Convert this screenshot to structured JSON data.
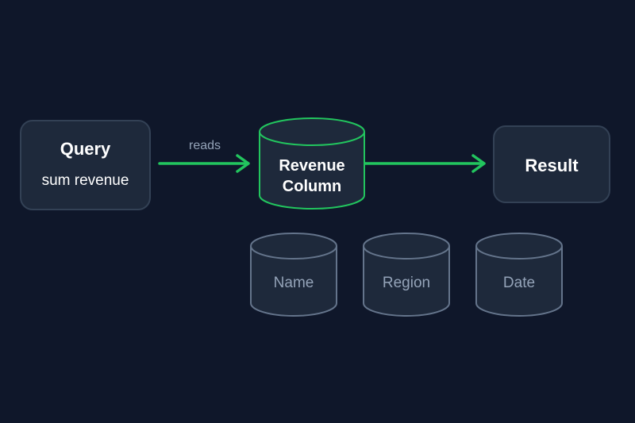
{
  "query": {
    "title": "Query",
    "subtitle": "sum revenue"
  },
  "edge_label": "reads",
  "active_column": {
    "line1": "Revenue",
    "line2": "Column"
  },
  "result": {
    "title": "Result"
  },
  "other_columns": [
    "Name",
    "Region",
    "Date"
  ],
  "colors": {
    "background": "#0f172a",
    "node_fill": "#1e293b",
    "node_border": "#334155",
    "accent": "#22c55e",
    "muted_text": "#94a3b8",
    "inactive_border": "#64748b"
  }
}
